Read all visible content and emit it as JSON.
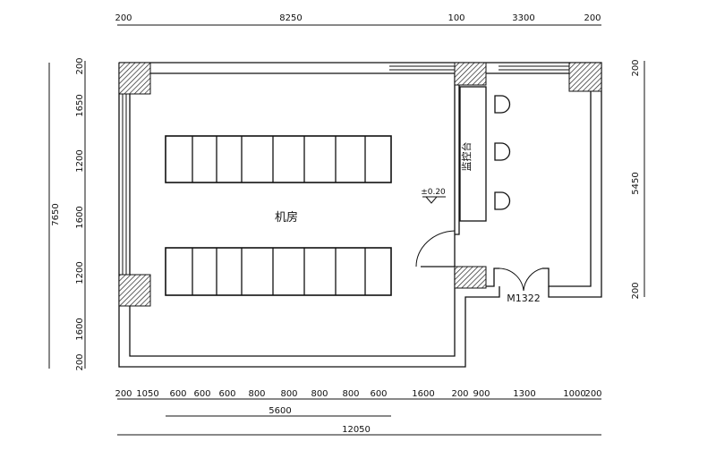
{
  "plan": {
    "room_label": "机房",
    "desk_label": "监控台",
    "elevation": "±0.20",
    "door_label": "M1322"
  },
  "dims": {
    "top": [
      "200",
      "8250",
      "100",
      "3300",
      "200"
    ],
    "right": [
      "200",
      "5450",
      "200"
    ],
    "left_total": "7650",
    "left": [
      "200",
      "1650",
      "1200",
      "1600",
      "1200",
      "1600",
      "200"
    ],
    "bottom": [
      "200",
      "1050",
      "600",
      "600",
      "600",
      "800",
      "800",
      "800",
      "800",
      "600",
      "1600",
      "200",
      "900",
      "1300",
      "1000",
      "200"
    ],
    "bottom_sub": "5600",
    "bottom_total": "12050"
  }
}
